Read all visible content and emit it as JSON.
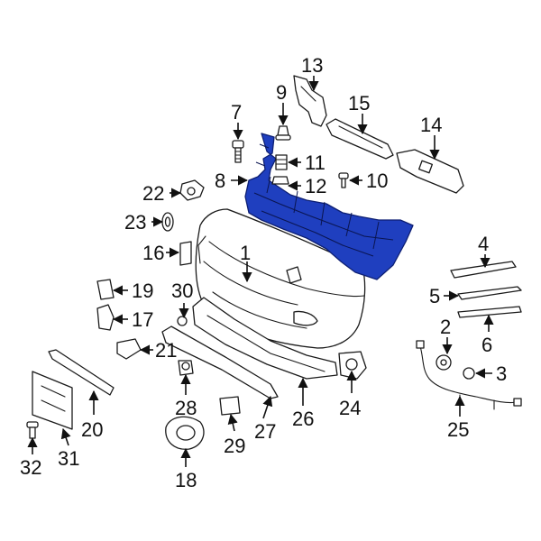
{
  "callouts": {
    "c1": "1",
    "c2": "2",
    "c3": "3",
    "c4": "4",
    "c5": "5",
    "c6": "6",
    "c7": "7",
    "c8": "8",
    "c9": "9",
    "c10": "10",
    "c11": "11",
    "c12": "12",
    "c13": "13",
    "c14": "14",
    "c15": "15",
    "c16": "16",
    "c17": "17",
    "c18": "18",
    "c19": "19",
    "c20": "20",
    "c21": "21",
    "c22": "22",
    "c23": "23",
    "c24": "24",
    "c25": "25",
    "c26": "26",
    "c27": "27",
    "c28": "28",
    "c29": "29",
    "c30": "30",
    "c31": "31",
    "c32": "32"
  },
  "colors": {
    "highlight": "#1f3fbf",
    "line": "#1a1a1a",
    "background": "#ffffff"
  }
}
